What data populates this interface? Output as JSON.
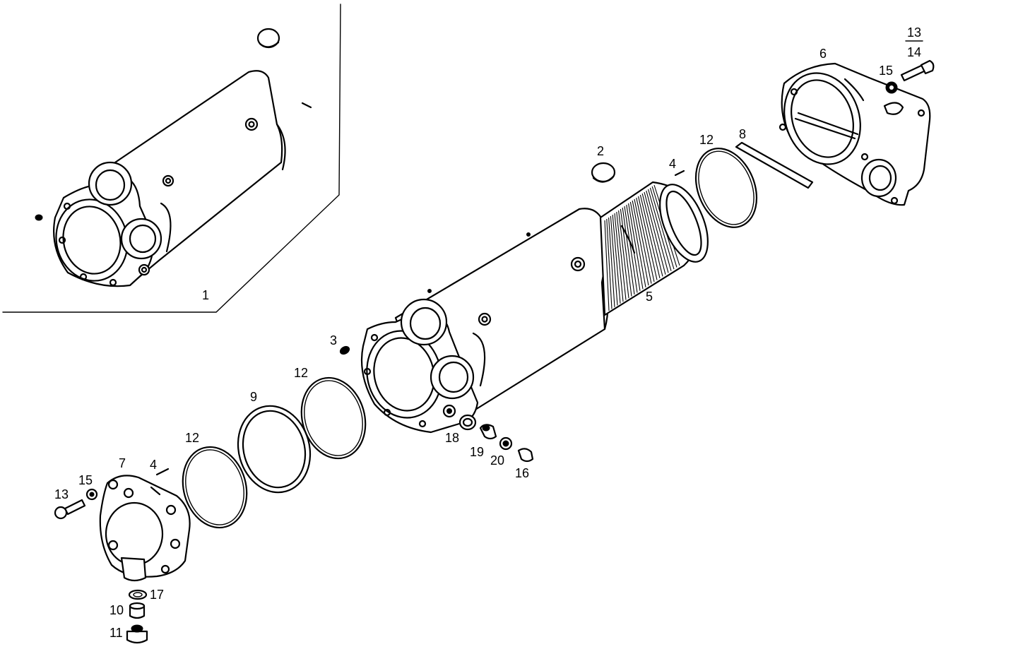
{
  "diagram": {
    "type": "exploded-parts-diagram",
    "callouts": [
      {
        "id": "c1",
        "text": "1"
      },
      {
        "id": "c2",
        "text": "2"
      },
      {
        "id": "c3",
        "text": "3"
      },
      {
        "id": "c4a",
        "text": "4"
      },
      {
        "id": "c4b",
        "text": "4"
      },
      {
        "id": "c5",
        "text": "5"
      },
      {
        "id": "c6",
        "text": "6"
      },
      {
        "id": "c7",
        "text": "7"
      },
      {
        "id": "c8",
        "text": "8"
      },
      {
        "id": "c9",
        "text": "9"
      },
      {
        "id": "c10",
        "text": "10"
      },
      {
        "id": "c11",
        "text": "11"
      },
      {
        "id": "c12a",
        "text": "12"
      },
      {
        "id": "c12b",
        "text": "12"
      },
      {
        "id": "c12c",
        "text": "12"
      },
      {
        "id": "c13",
        "text": "13"
      },
      {
        "id": "c13frac",
        "text": "13"
      },
      {
        "id": "c14frac",
        "text": "14"
      },
      {
        "id": "c15a",
        "text": "15"
      },
      {
        "id": "c15b",
        "text": "15"
      },
      {
        "id": "c16",
        "text": "16"
      },
      {
        "id": "c17",
        "text": "17"
      },
      {
        "id": "c18",
        "text": "18"
      },
      {
        "id": "c19",
        "text": "19"
      },
      {
        "id": "c20",
        "text": "20"
      }
    ]
  }
}
